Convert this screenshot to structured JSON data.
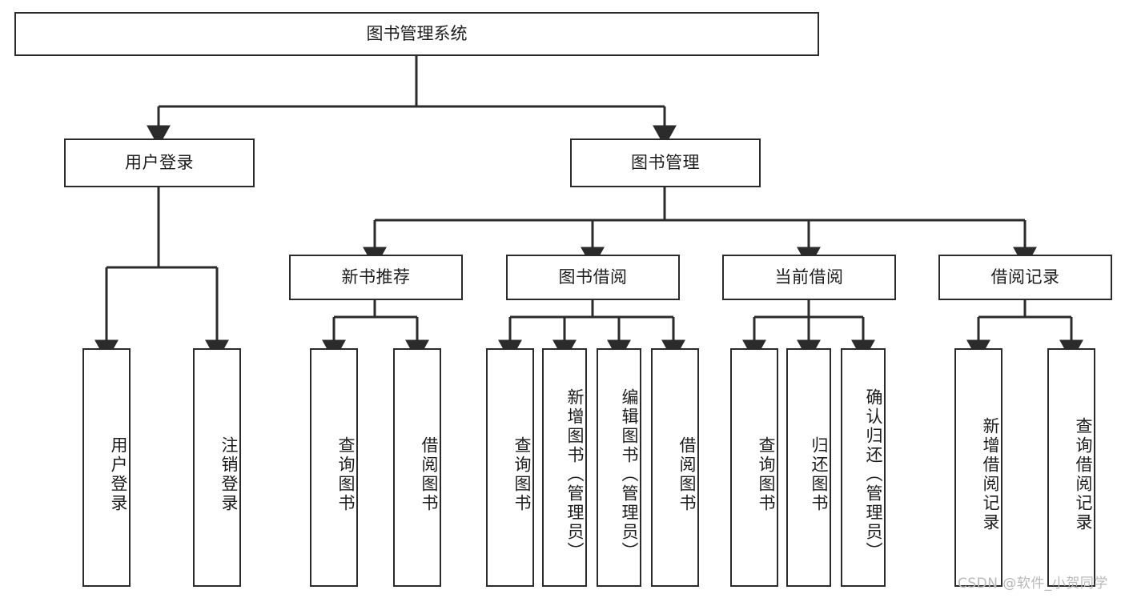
{
  "diagram": {
    "type": "tree",
    "title": "图书管理系统",
    "orientation": "top-down",
    "line_color": "#2b2b2b",
    "box_fill": "#ffffff",
    "text_color": "#1c1c1c"
  },
  "root": {
    "label": "图书管理系统"
  },
  "level2": [
    {
      "label": "用户登录"
    },
    {
      "label": "图书管理"
    }
  ],
  "level3": [
    {
      "label": "新书推荐"
    },
    {
      "label": "图书借阅"
    },
    {
      "label": "当前借阅"
    },
    {
      "label": "借阅记录"
    }
  ],
  "leaves": {
    "user_login": [
      {
        "label": "用户登录"
      },
      {
        "label": "注销登录"
      }
    ],
    "new_book": [
      {
        "label": "查询图书"
      },
      {
        "label": "借阅图书"
      }
    ],
    "book_borrow": [
      {
        "label": "查询图书"
      },
      {
        "label": "新增图书（管理员）"
      },
      {
        "label": "编辑图书（管理员）"
      },
      {
        "label": "借阅图书"
      }
    ],
    "current_borrow": [
      {
        "label": "查询图书"
      },
      {
        "label": "归还图书"
      },
      {
        "label": "确认归还（管理员）"
      }
    ],
    "borrow_record": [
      {
        "label": "新增借阅记录"
      },
      {
        "label": "查询借阅记录"
      }
    ]
  },
  "watermark": {
    "text": "CSDN @软件_小贺同学",
    "color": "#b9b9b9"
  }
}
